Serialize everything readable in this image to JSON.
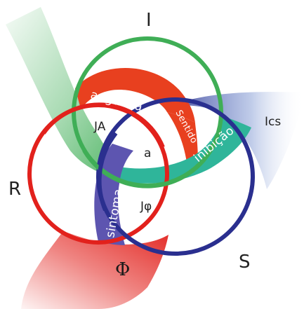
{
  "rings": {
    "imaginary": {
      "label": "I",
      "color": "#3fae56"
    },
    "real": {
      "label": "R",
      "color": "#e2211c"
    },
    "symbolic": {
      "label": "S",
      "color": "#2a2f8f"
    }
  },
  "regions": {
    "anxiety": {
      "label": "angústia",
      "color": "#e8401f"
    },
    "sense": {
      "label": "Sentido",
      "color": "#e8401f"
    },
    "inhibition": {
      "label": "inibição",
      "color": "#2fb59a"
    },
    "symptom": {
      "label": "sintoma",
      "color": "#5d55b0"
    },
    "jouissance_other": {
      "label": "JA"
    },
    "object_a": {
      "label": "a"
    },
    "phallic_jouissance": {
      "label": "Jφ"
    },
    "phi": {
      "label": "Φ"
    },
    "unconscious": {
      "label": "Ics"
    }
  }
}
